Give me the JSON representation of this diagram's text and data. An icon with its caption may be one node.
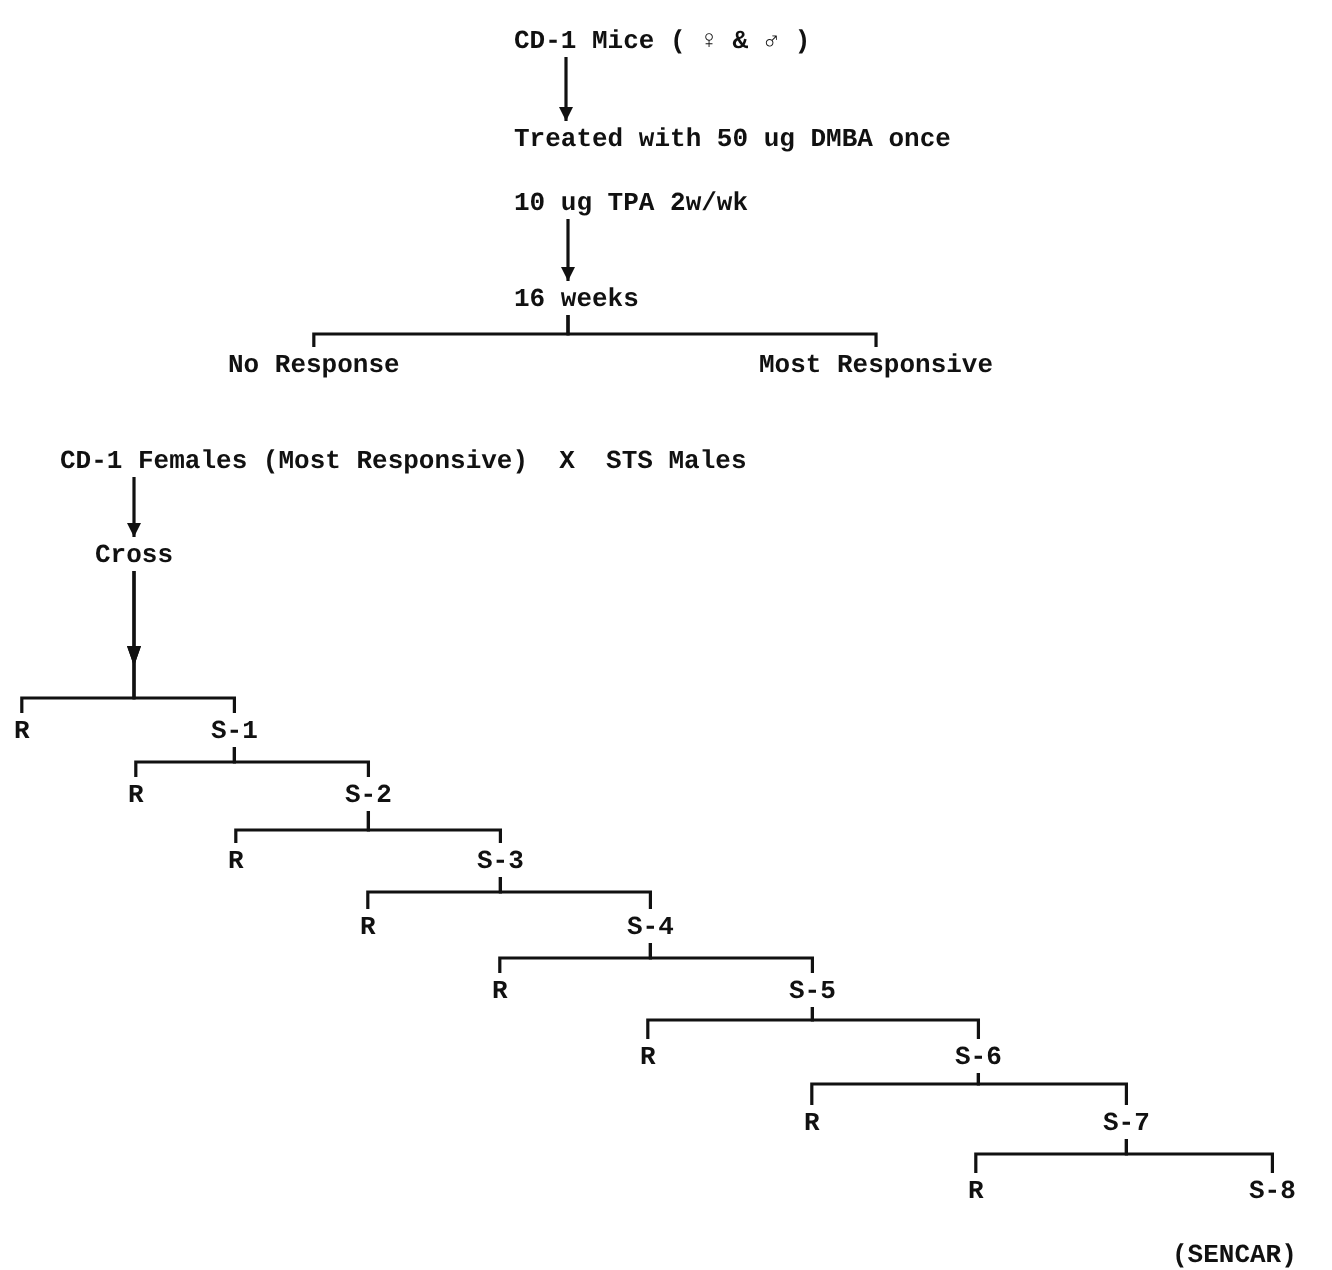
{
  "diagram": {
    "nodes": [
      {
        "text": [
          "CD-1 Mice ( ♀ & ♂ )"
        ]
      },
      {
        "text": [
          "Treated with 50 ug DMBA once"
        ]
      },
      {
        "text": [
          "10 ug TPA 2w/wk"
        ]
      },
      {
        "text": [
          "16 weeks"
        ]
      },
      {
        "text": [
          "No Response"
        ]
      },
      {
        "text": [
          "Most Responsive"
        ]
      },
      {
        "text": [
          "CD-1 Females (Most Responsive)  X  STS Males"
        ]
      },
      {
        "text": [
          "Cross"
        ]
      },
      {
        "text": [
          "R"
        ]
      },
      {
        "text": [
          "S-1"
        ]
      },
      {
        "text": [
          "R"
        ]
      },
      {
        "text": [
          "S-2"
        ]
      },
      {
        "text": [
          "R"
        ]
      },
      {
        "text": [
          "S-3"
        ]
      },
      {
        "text": [
          "R"
        ]
      },
      {
        "text": [
          "S-4"
        ]
      },
      {
        "text": [
          "R"
        ]
      },
      {
        "text": [
          "S-5"
        ]
      },
      {
        "text": [
          "R"
        ]
      },
      {
        "text": [
          "S-6"
        ]
      },
      {
        "text": [
          "R"
        ]
      },
      {
        "text": [
          "S-7"
        ]
      },
      {
        "text": [
          "R"
        ]
      },
      {
        "text": [
          "S-8"
        ],
        "beside": [
          "(SENCAR)"
        ]
      }
    ],
    "edges": [
      {
        "from": 0,
        "to": 1,
        "arrow": "to"
      },
      {
        "from": 2,
        "to": 3,
        "arrow": "to"
      },
      {
        "from": 3,
        "to": 4,
        "arrow": "none"
      },
      {
        "from": 3,
        "to": 5,
        "arrow": "none"
      },
      {
        "from": 6,
        "to": 7,
        "arrow": "to"
      },
      {
        "from": 7,
        "to": 8,
        "arrow": "to"
      },
      {
        "from": 7,
        "to": 9,
        "arrow": "to"
      },
      {
        "from": 9,
        "to": 10,
        "arrow": "none"
      },
      {
        "from": 9,
        "to": 11,
        "arrow": "none"
      },
      {
        "from": 11,
        "to": 12,
        "arrow": "none"
      },
      {
        "from": 11,
        "to": 13,
        "arrow": "none"
      },
      {
        "from": 13,
        "to": 14,
        "arrow": "none"
      },
      {
        "from": 13,
        "to": 15,
        "arrow": "none"
      },
      {
        "from": 15,
        "to": 16,
        "arrow": "none"
      },
      {
        "from": 15,
        "to": 17,
        "arrow": "none"
      },
      {
        "from": 17,
        "to": 18,
        "arrow": "none"
      },
      {
        "from": 17,
        "to": 19,
        "arrow": "none"
      },
      {
        "from": 19,
        "to": 20,
        "arrow": "none"
      },
      {
        "from": 19,
        "to": 21,
        "arrow": "none"
      },
      {
        "from": 21,
        "to": 22,
        "arrow": "none"
      },
      {
        "from": 21,
        "to": 23,
        "arrow": "none"
      }
    ]
  }
}
